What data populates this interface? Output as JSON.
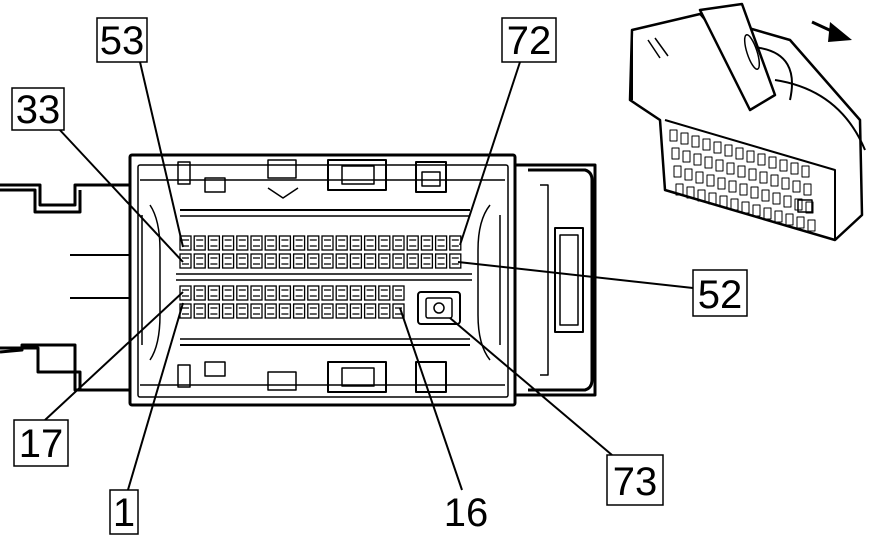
{
  "diagram": {
    "callouts": [
      {
        "id": "c53",
        "label": "53"
      },
      {
        "id": "c72",
        "label": "72"
      },
      {
        "id": "c33",
        "label": "33"
      },
      {
        "id": "c52",
        "label": "52"
      },
      {
        "id": "c17",
        "label": "17"
      },
      {
        "id": "c1",
        "label": "1"
      },
      {
        "id": "c16",
        "label": "16"
      },
      {
        "id": "c73",
        "label": "73"
      }
    ],
    "icons": {
      "direction": "arrow-right-icon",
      "connector": "connector-housing-icon",
      "perspective": "connector-perspective-icon"
    },
    "colors": {
      "line": "#000000",
      "background": "#ffffff"
    }
  }
}
